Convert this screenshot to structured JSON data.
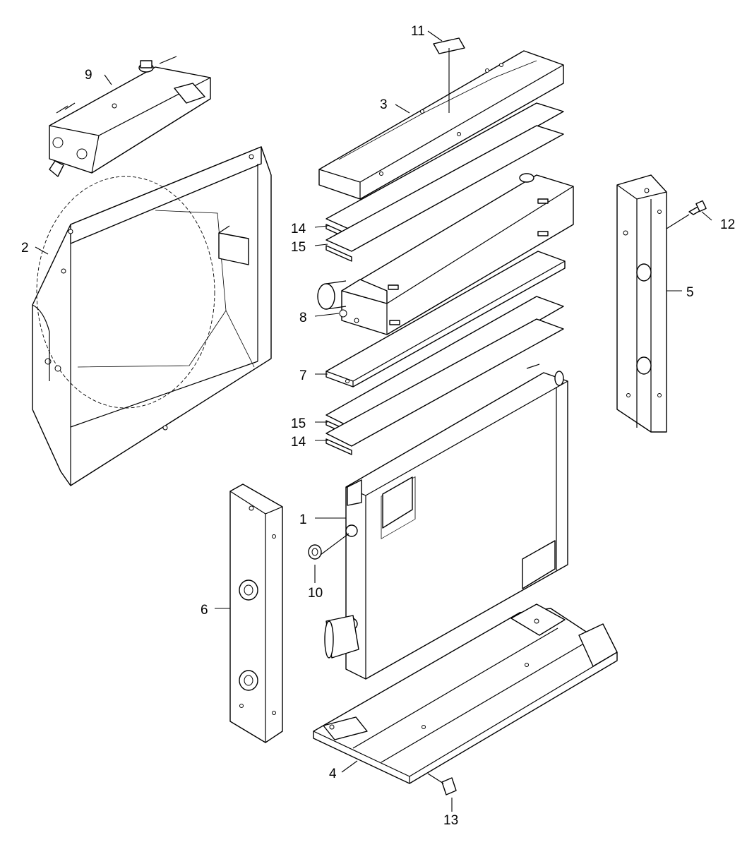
{
  "callouts": {
    "c1": "1",
    "c2": "2",
    "c3": "3",
    "c4": "4",
    "c5": "5",
    "c6": "6",
    "c7": "7",
    "c8": "8",
    "c9": "9",
    "c10": "10",
    "c11": "11",
    "c12": "12",
    "c13": "13",
    "c14a": "14",
    "c14b": "14",
    "c15a": "15",
    "c15b": "15"
  },
  "colors": {
    "ink": "#000000",
    "paper": "#ffffff",
    "screen": "#cfcfcf"
  }
}
